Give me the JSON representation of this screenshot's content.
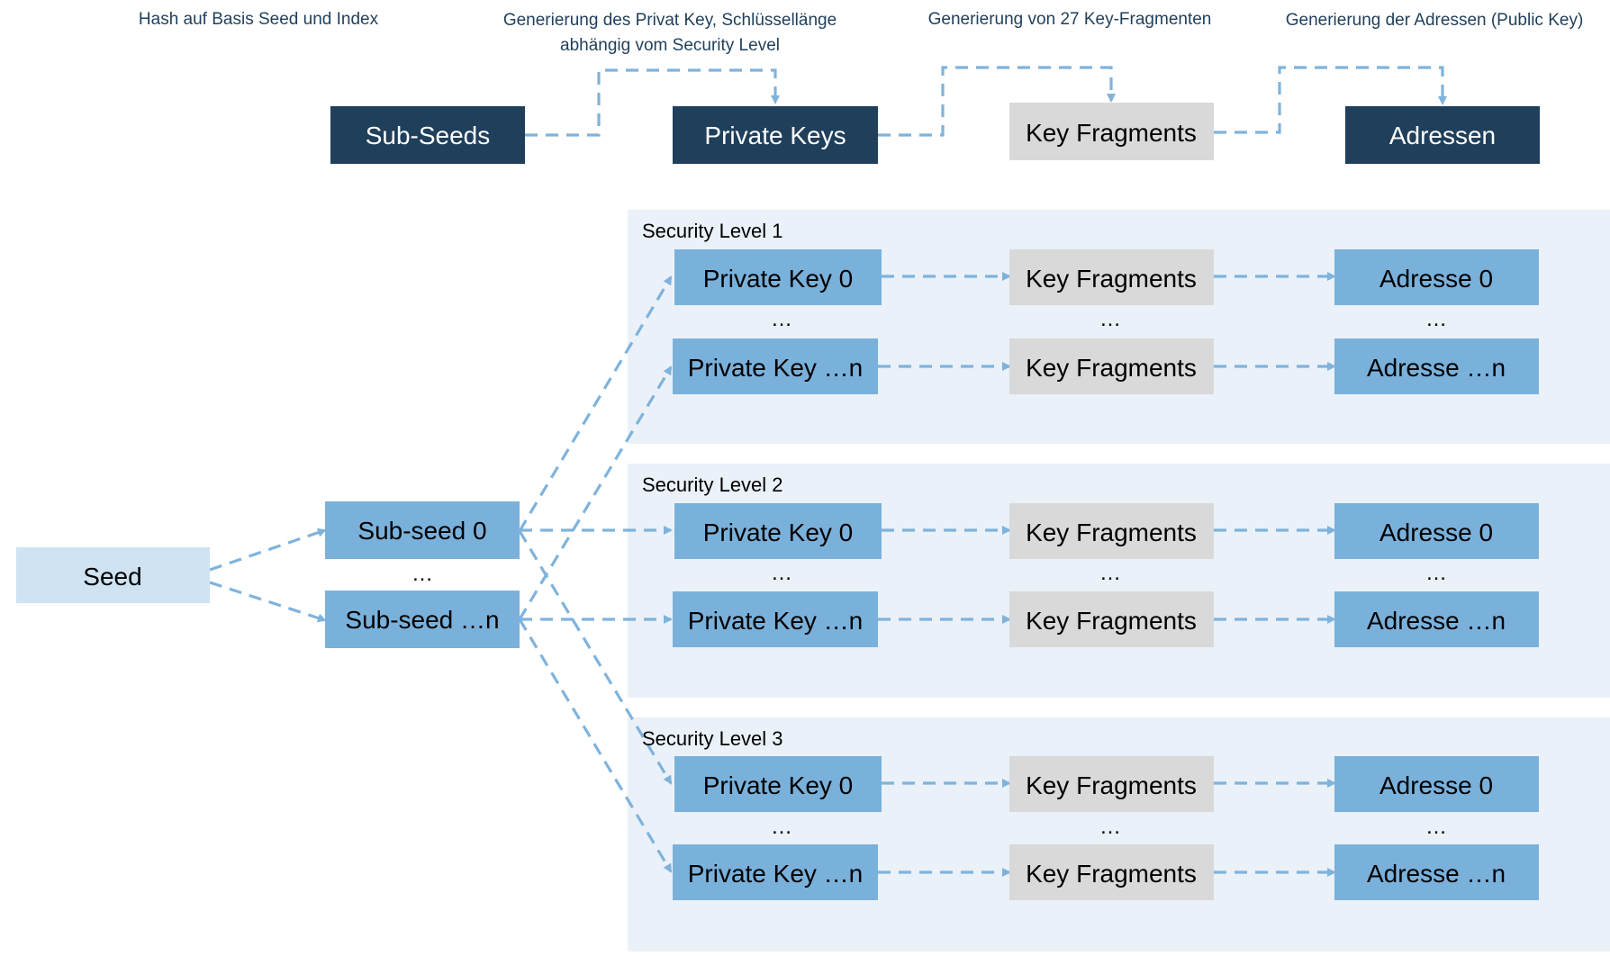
{
  "colors": {
    "dark_box": "#1f3f5b",
    "blue_box": "#7ab1db",
    "gray_box": "#d9d9d9",
    "seed_box": "#cfe3f2",
    "panel_bg": "#eaf1f8",
    "connector": "#7fb3dc",
    "annotation_text": "#1f3f5b"
  },
  "annotations": {
    "hash": "Hash auf Basis Seed und Index",
    "privkey_line1": "Generierung des Privat Key, Schlüssellänge",
    "privkey_line2": "abhängig vom Security Level",
    "fragments": "Generierung von 27 Key-Fragmenten",
    "addresses": "Generierung der Adressen (Public Key)"
  },
  "header_boxes": {
    "subseeds": "Sub-Seeds",
    "privkeys": "Private Keys",
    "fragments": "Key Fragments",
    "addresses": "Adressen"
  },
  "seed": {
    "label": "Seed",
    "sub0": "Sub-seed 0",
    "subn": "Sub-seed …n",
    "dots": "…"
  },
  "levels": [
    {
      "title": "Security Level 1",
      "pk0": "Private Key 0",
      "pkn": "Private Key …n",
      "kf0": "Key Fragments",
      "kfn": "Key Fragments",
      "ad0": "Adresse 0",
      "adn": "Adresse …n",
      "dots": "…"
    },
    {
      "title": "Security Level 2",
      "pk0": "Private Key 0",
      "pkn": "Private Key …n",
      "kf0": "Key Fragments",
      "kfn": "Key Fragments",
      "ad0": "Adresse 0",
      "adn": "Adresse …n",
      "dots": "…"
    },
    {
      "title": "Security Level 3",
      "pk0": "Private Key 0",
      "pkn": "Private Key …n",
      "kf0": "Key Fragments",
      "kfn": "Key Fragments",
      "ad0": "Adresse 0",
      "adn": "Adresse …n",
      "dots": "…"
    }
  ]
}
